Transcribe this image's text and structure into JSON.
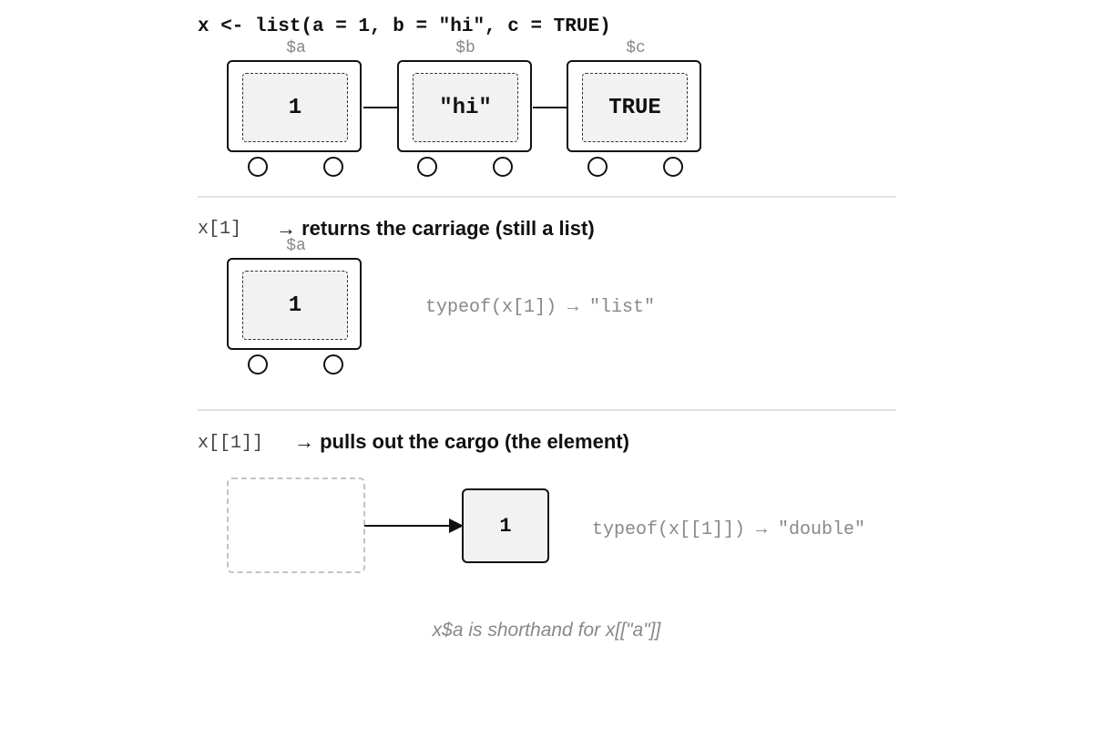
{
  "title_code": "x <- list(a = 1, b = \"hi\", c = TRUE)",
  "train": [
    {
      "name": "$a",
      "value": "1"
    },
    {
      "name": "$b",
      "value": "\"hi\""
    },
    {
      "name": "$c",
      "value": "TRUE"
    }
  ],
  "single_bracket": {
    "code": "x[1]",
    "description": "→ returns the carriage (still a list)",
    "car_name": "$a",
    "car_value": "1",
    "typeof": "typeof(x[1]) → \"list\""
  },
  "double_bracket": {
    "code": "x[[1]]",
    "description": "→ pulls out the cargo (the element)",
    "element_value": "1",
    "typeof": "typeof(x[[1]]) → \"double\""
  },
  "footnote": "x$a is shorthand for x[[\"a\"]]"
}
